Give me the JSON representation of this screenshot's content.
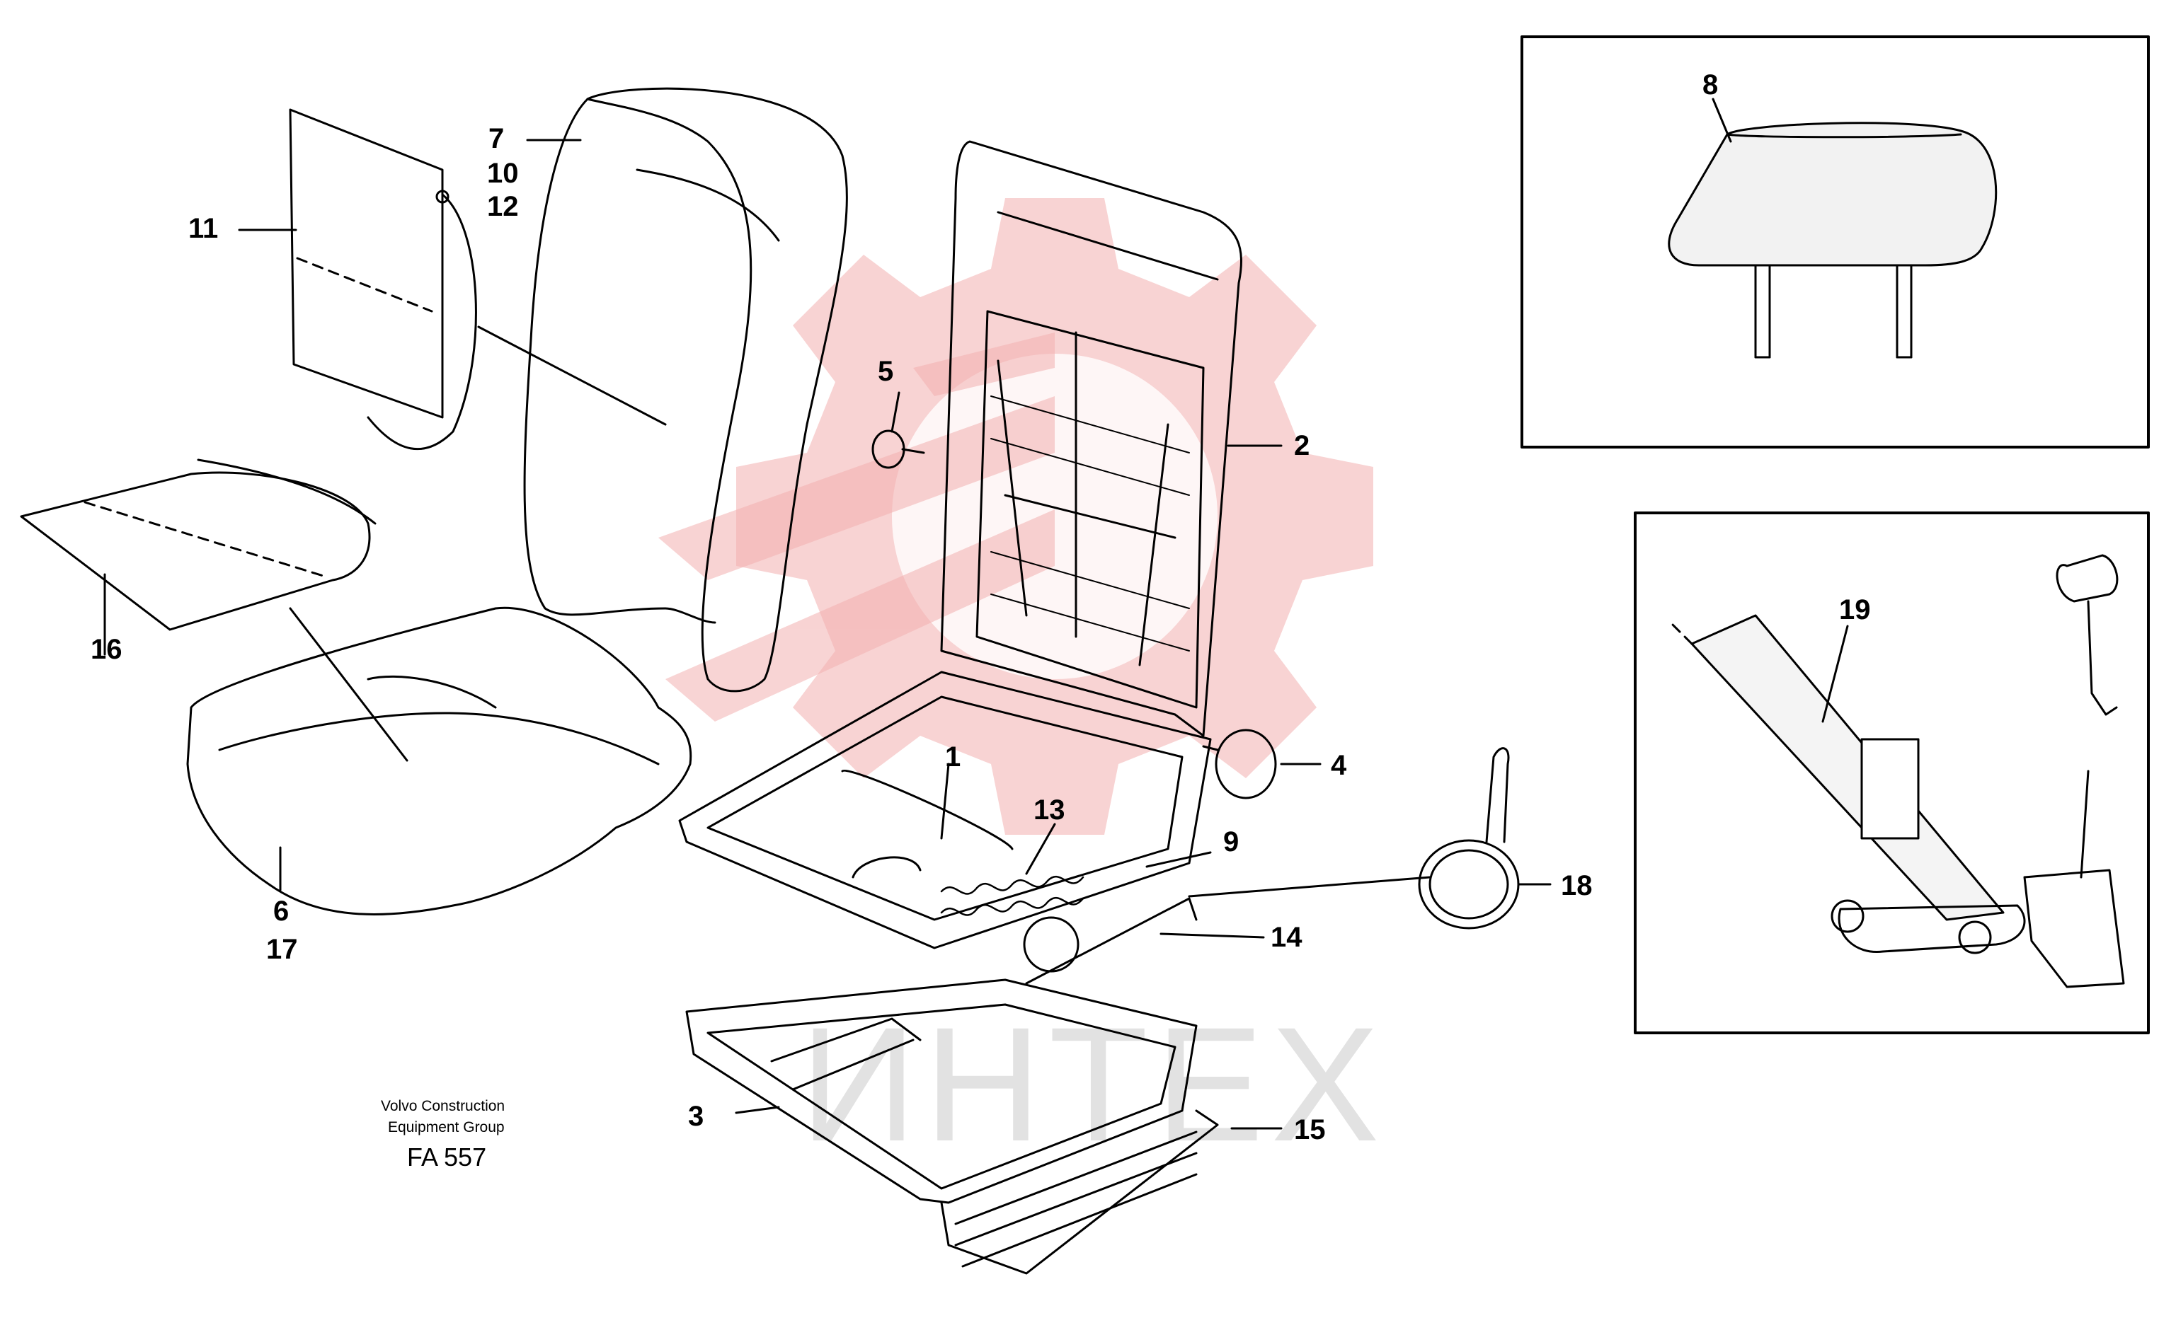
{
  "diagram": {
    "callouts": {
      "c1": "1",
      "c2": "2",
      "c3": "3",
      "c4": "4",
      "c5": "5",
      "c6": "6",
      "c7": "7",
      "c8": "8",
      "c9": "9",
      "c10": "10",
      "c11": "11",
      "c12": "12",
      "c13": "13",
      "c14": "14",
      "c15": "15",
      "c16": "16",
      "c17": "17",
      "c18": "18",
      "c19": "19"
    },
    "caption": {
      "line1": "Volvo Construction",
      "line2": "Equipment Group",
      "code": "FA 557"
    },
    "watermark_text": "ИНТЕХ",
    "colors": {
      "line": "#000000",
      "watermark_red": "#f3b7b7",
      "watermark_gray": "#c8c8c8"
    }
  }
}
